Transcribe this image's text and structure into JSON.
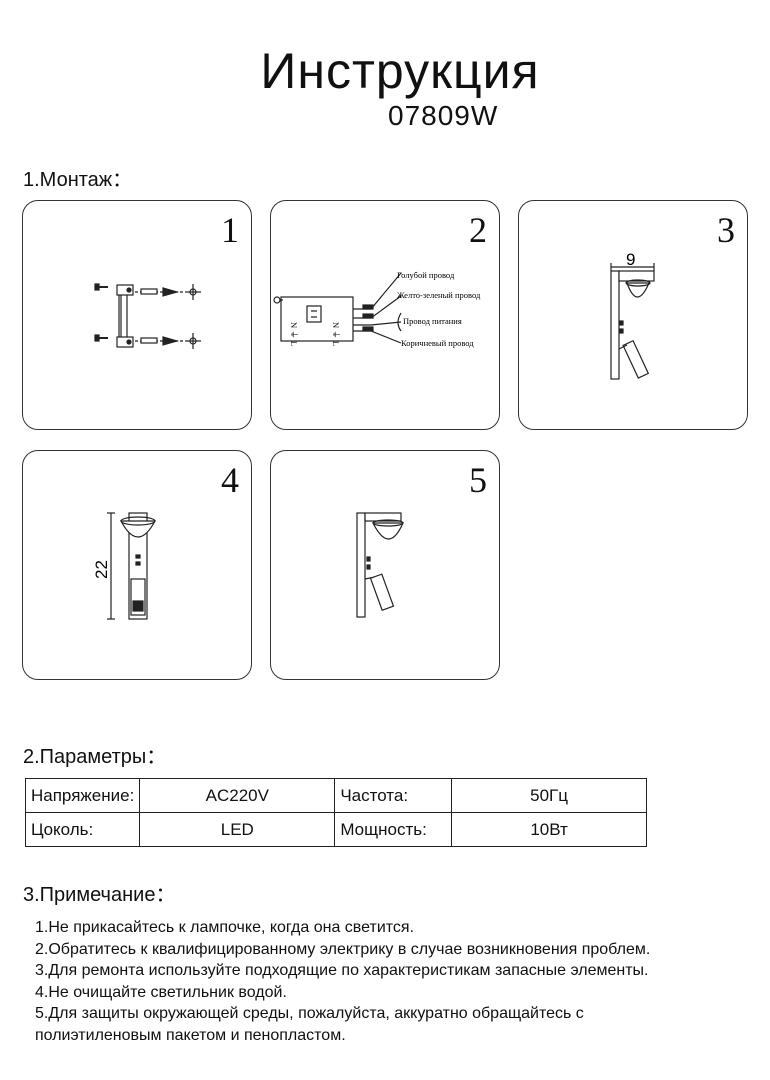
{
  "header": {
    "title": "Инструкция",
    "model": "07809W"
  },
  "section1": {
    "heading": "1.Монтаж：",
    "panels": [
      {
        "num": "1"
      },
      {
        "num": "2",
        "wires": {
          "blue": "Голубой провод",
          "yellow_green": "Желто-зеленый провод",
          "power": "Провод питания",
          "brown": "Коричневый провод"
        },
        "terminal_left": "N ⏚ L",
        "terminal_right": "N ⏚ L"
      },
      {
        "num": "3",
        "dimension": "9"
      },
      {
        "num": "4",
        "dimension": "22"
      },
      {
        "num": "5"
      }
    ]
  },
  "section2": {
    "heading": "2.Параметры：",
    "rows": [
      {
        "label1": "Напряжение:",
        "value1": "AC220V",
        "label2": "Частота:",
        "value2": "50Гц"
      },
      {
        "label1": "Цоколь:",
        "value1": "LED",
        "label2": "Мощность:",
        "value2": "10Вт"
      }
    ]
  },
  "section3": {
    "heading": "3.Примечание：",
    "notes": [
      "1.Не прикасайтесь к лампочке, когда она светится.",
      "2.Обратитесь к квалифицированному электрику в случае возникновения проблем.",
      "3.Для ремонта используйте подходящие по характеристикам запасные элементы.",
      "4.Не очищайте светильник водой.",
      "5.Для защиты окружающей среды, пожалуйста, аккуратно обращайтесь с",
      "полиэтиленовым пакетом и пенопластом."
    ]
  }
}
